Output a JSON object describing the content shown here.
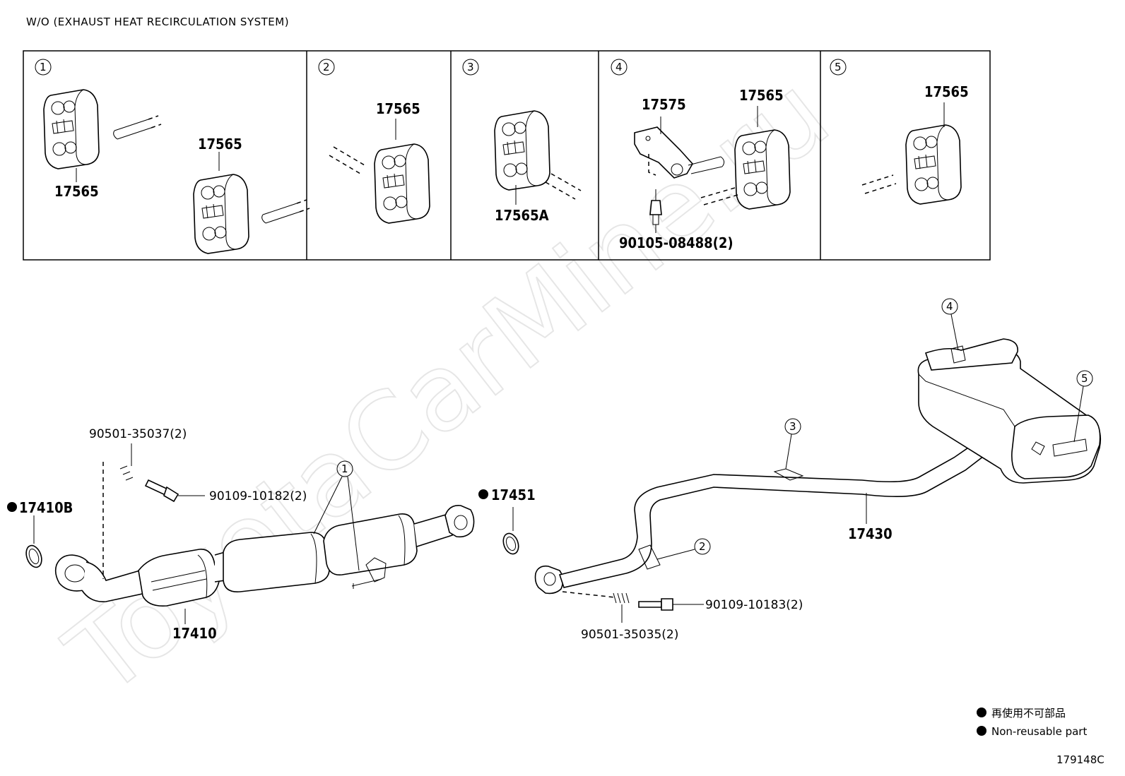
{
  "header": {
    "title": "W/O (EXHAUST HEAT RECIRCULATION SYSTEM)"
  },
  "watermark": "ToyotaCarMine.ru",
  "detail_panels": [
    {
      "index": "1",
      "labels": [
        "17565",
        "17565"
      ]
    },
    {
      "index": "2",
      "labels": [
        "17565"
      ]
    },
    {
      "index": "3",
      "labels": [
        "17565A"
      ]
    },
    {
      "index": "4",
      "labels": [
        "17575",
        "17565",
        "90105-08488(2)"
      ]
    },
    {
      "index": "5",
      "labels": [
        "17565"
      ]
    }
  ],
  "main": {
    "front_pipe": {
      "part_label": "17410",
      "gasket_label": "17410B",
      "spring_label": "90501-35037(2)",
      "bolt_label": "90109-10182(2)",
      "callout": "1"
    },
    "gasket_center": {
      "label": "17451"
    },
    "tail_pipe": {
      "part_label": "17430",
      "spring_label": "90501-35035(2)",
      "bolt_label": "90109-10183(2)",
      "callouts": [
        "2",
        "3",
        "4",
        "5"
      ]
    }
  },
  "legend": {
    "jp": "再使用不可部品",
    "en": "Non-reusable part"
  },
  "figure_id": "179148C"
}
